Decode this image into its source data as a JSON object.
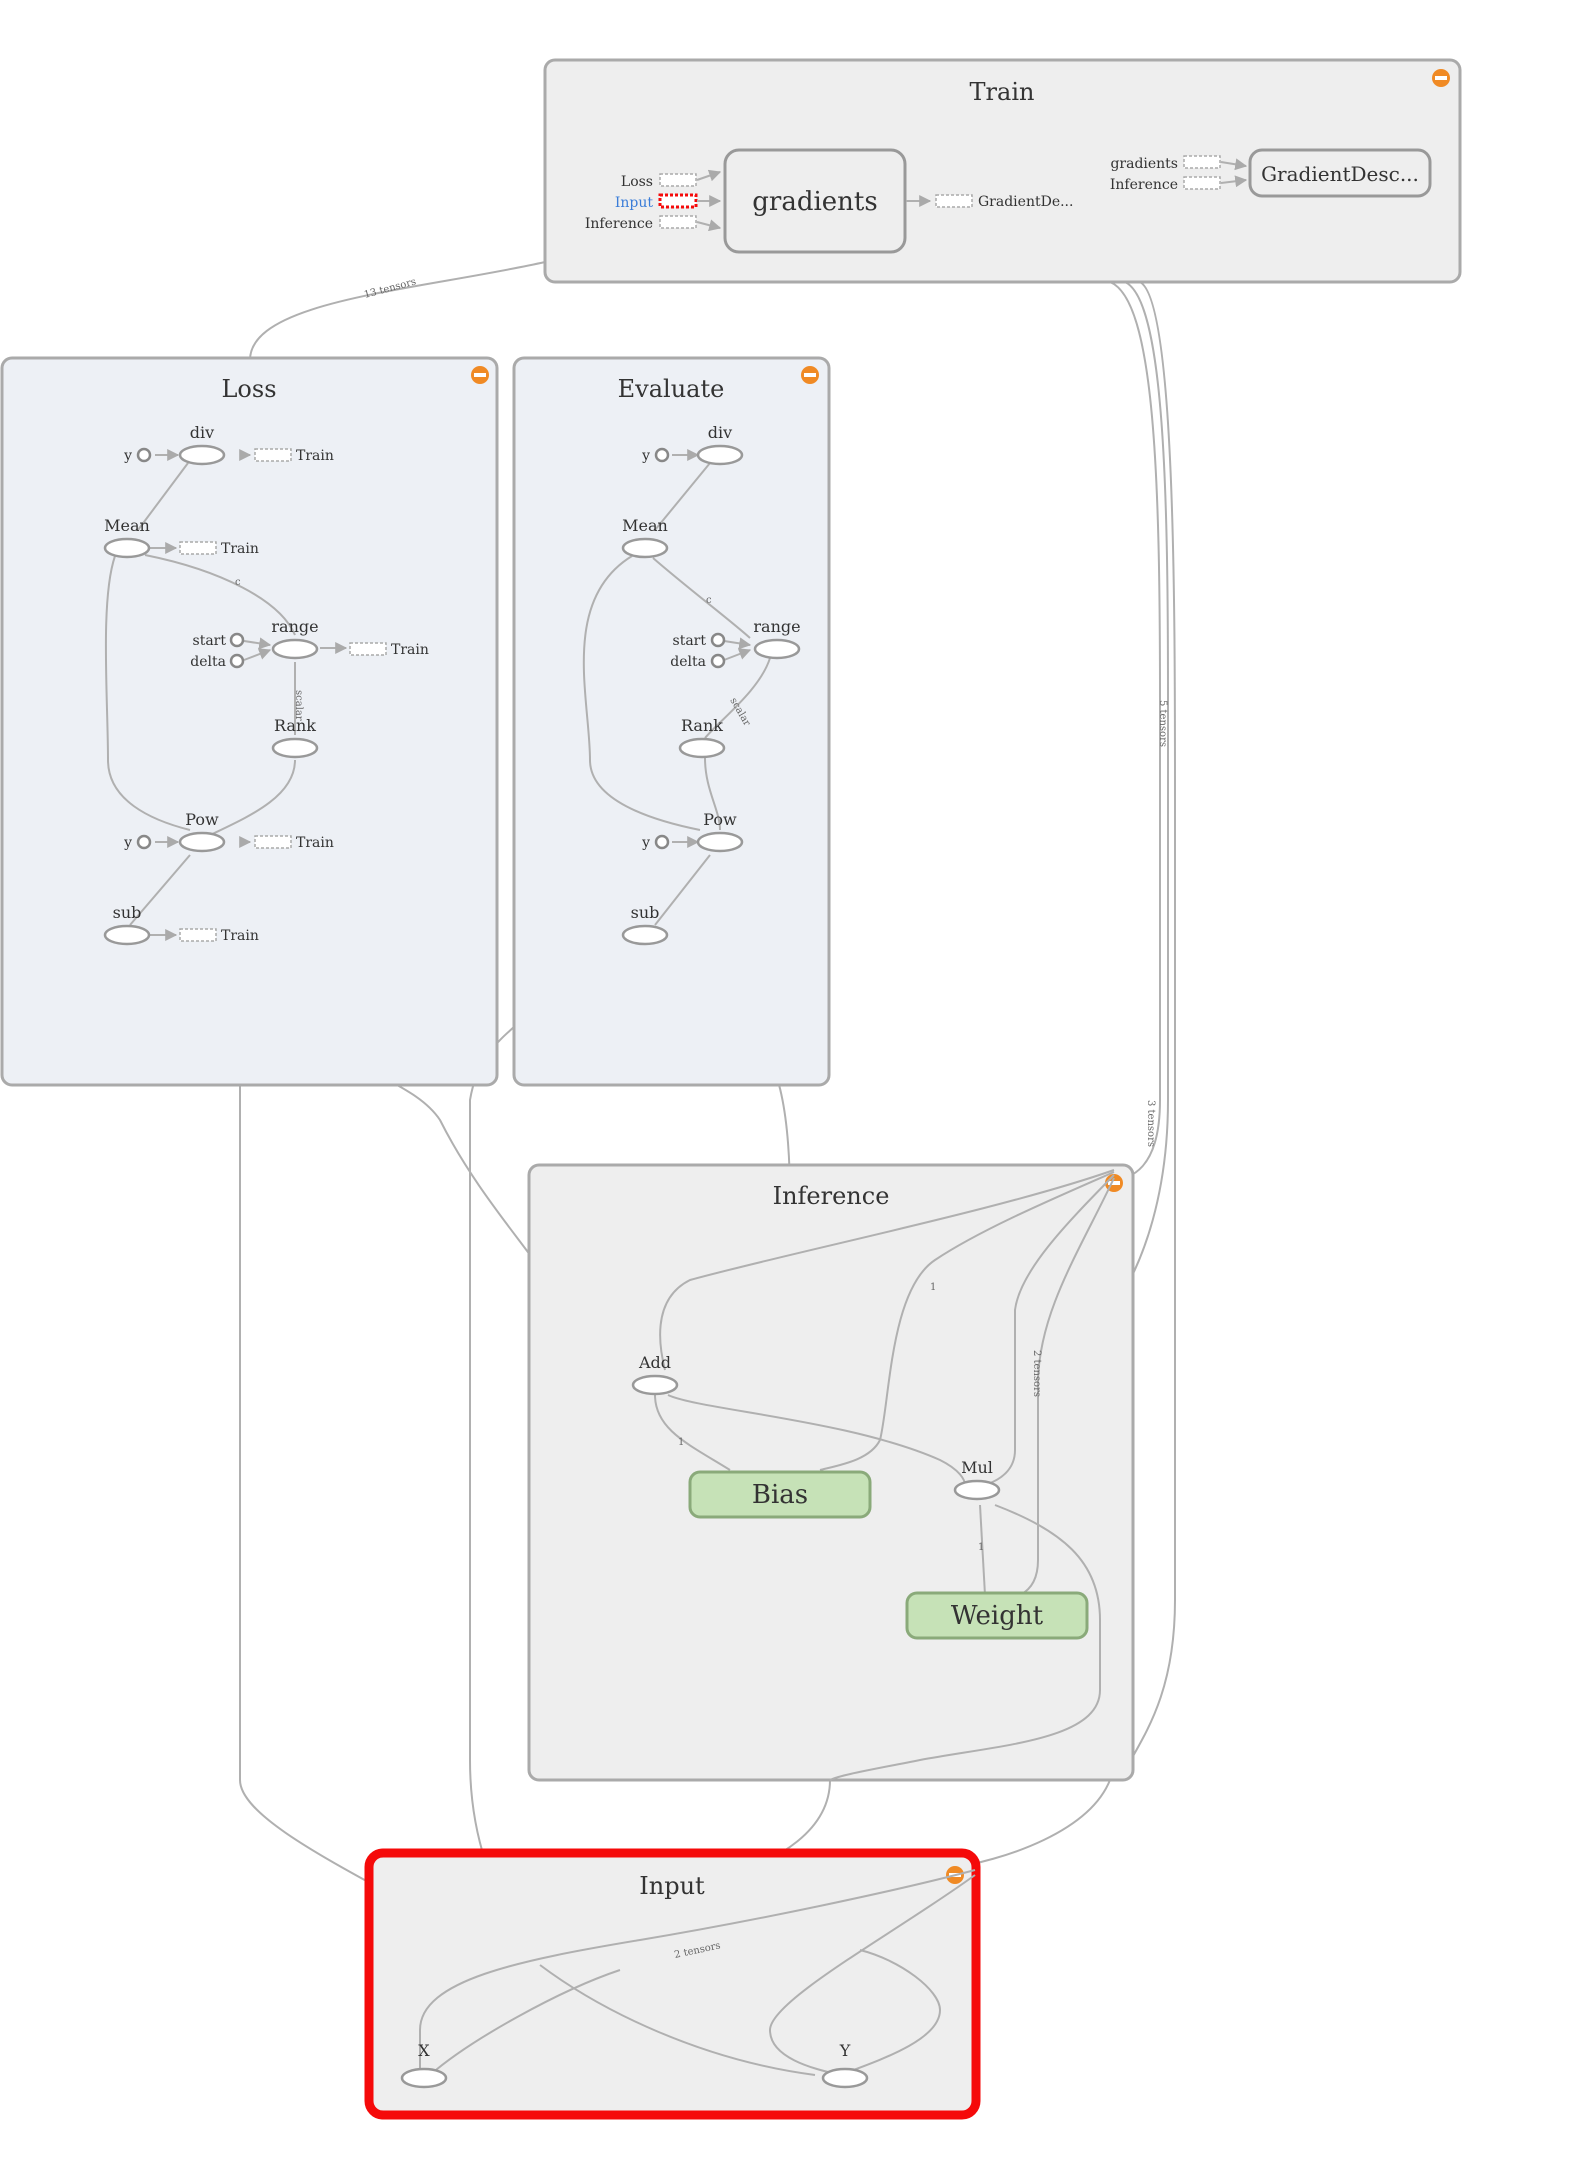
{
  "train": {
    "title": "Train",
    "gradients_node": "gradients",
    "gd_node": "GradientDesc...",
    "in_loss": "Loss",
    "in_input": "Input",
    "in_inference": "Inference",
    "out_gd": "GradientDe...",
    "gd_in_gradients": "gradients",
    "gd_in_inference": "Inference"
  },
  "loss": {
    "title": "Loss",
    "div": "div",
    "mean": "Mean",
    "range": "range",
    "rank": "Rank",
    "pow": "Pow",
    "sub": "sub",
    "y1": "y",
    "y2": "y",
    "start": "start",
    "delta": "delta",
    "train1": "Train",
    "train2": "Train",
    "train3": "Train",
    "train4": "Train",
    "train5": "Train",
    "edge_scalar": "scalar",
    "edge_mean_range": "c"
  },
  "evaluate": {
    "title": "Evaluate",
    "div": "div",
    "mean": "Mean",
    "range": "range",
    "rank": "Rank",
    "pow": "Pow",
    "sub": "sub",
    "y1": "y",
    "y2": "y",
    "start": "start",
    "delta": "delta",
    "edge_scalar": "scalar",
    "edge_mean_range": "c"
  },
  "inference": {
    "title": "Inference",
    "add": "Add",
    "mul": "Mul",
    "bias": "Bias",
    "weight": "Weight",
    "edge_2tensors": "2 tensors",
    "edge_1a": "1",
    "edge_1b": "1",
    "edge_1c": "1"
  },
  "input": {
    "title": "Input",
    "x": "X",
    "y": "Y",
    "edge_2tensors": "2 tensors"
  },
  "edges": {
    "tensors13": "13 tensors",
    "tensors5": "5 tensors",
    "tensors3": "3 tensors"
  },
  "colors": {
    "group_bg": "#eeeeee",
    "loss_bg": "#edf0f5",
    "highlight": "#f50a0a",
    "variable_fill": "#c6e2b7",
    "collapse_icon": "#f08a24"
  },
  "icons": [
    "collapse-icon"
  ]
}
